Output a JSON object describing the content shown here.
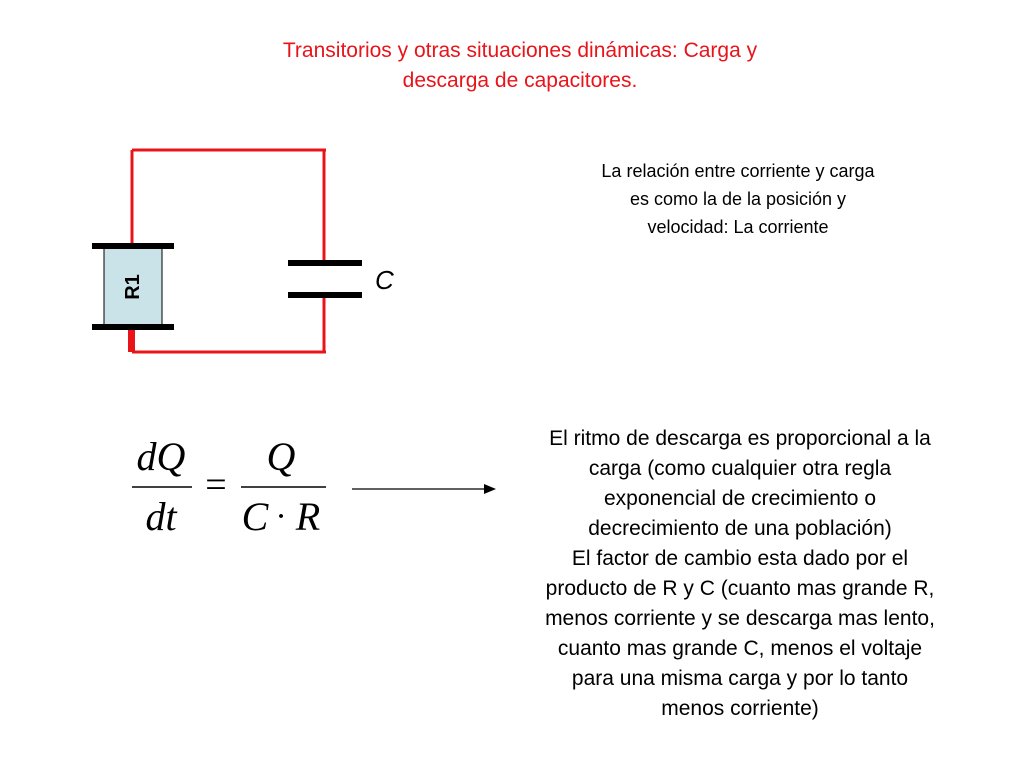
{
  "title": {
    "line1": "Transitorios y otras situaciones dinámicas: Carga y",
    "line2": "descarga de capacitores."
  },
  "circuit": {
    "resistor_label": "R1",
    "capacitor_label": "C",
    "wire_color": "#e8141a",
    "resistor_fill": "#c9e3e8"
  },
  "note": {
    "lines": [
      "La relación entre corriente y carga",
      "es como la de la posición y",
      "velocidad: La corriente"
    ]
  },
  "equation": {
    "lhs_numerator": "dQ",
    "lhs_denominator": "dt",
    "equals": "=",
    "rhs_numerator": "Q",
    "rhs_denominator_c": "C",
    "rhs_denominator_dot": "·",
    "rhs_denominator_r": "R"
  },
  "explanation": {
    "lines": [
      "El ritmo de descarga es proporcional a la",
      "carga (como cualquier otra regla",
      "exponencial de crecimiento o",
      "decrecimiento de una población)",
      "El factor de cambio esta dado por el",
      "producto de R y C (cuanto mas grande R,",
      "menos corriente y se descarga mas lento,",
      "cuanto mas grande C, menos el voltaje",
      "para una misma carga y por lo tanto",
      "menos corriente)"
    ]
  },
  "colors": {
    "title": "#e8141a",
    "text": "#000000"
  }
}
